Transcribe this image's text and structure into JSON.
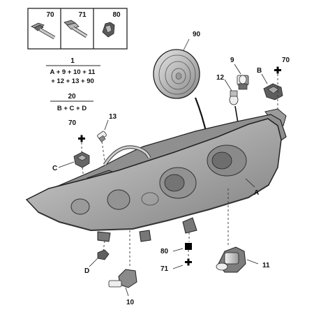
{
  "parts_box": {
    "items": [
      "70",
      "71",
      "80"
    ]
  },
  "groups": [
    {
      "ref": "1",
      "formula_line1": "A + 9 + 10 + 11",
      "formula_line2": "+ 12 + 13 + 90"
    },
    {
      "ref": "20",
      "formula_line1": "B + C + D"
    }
  ],
  "callouts": {
    "n90": "90",
    "n9": "9",
    "n70_top": "70",
    "nB": "B",
    "n12": "12",
    "n13": "13",
    "n70_left": "70",
    "nC": "C",
    "nA": "A",
    "n80": "80",
    "n71": "71",
    "nD": "D",
    "n11": "11",
    "n10": "10"
  }
}
